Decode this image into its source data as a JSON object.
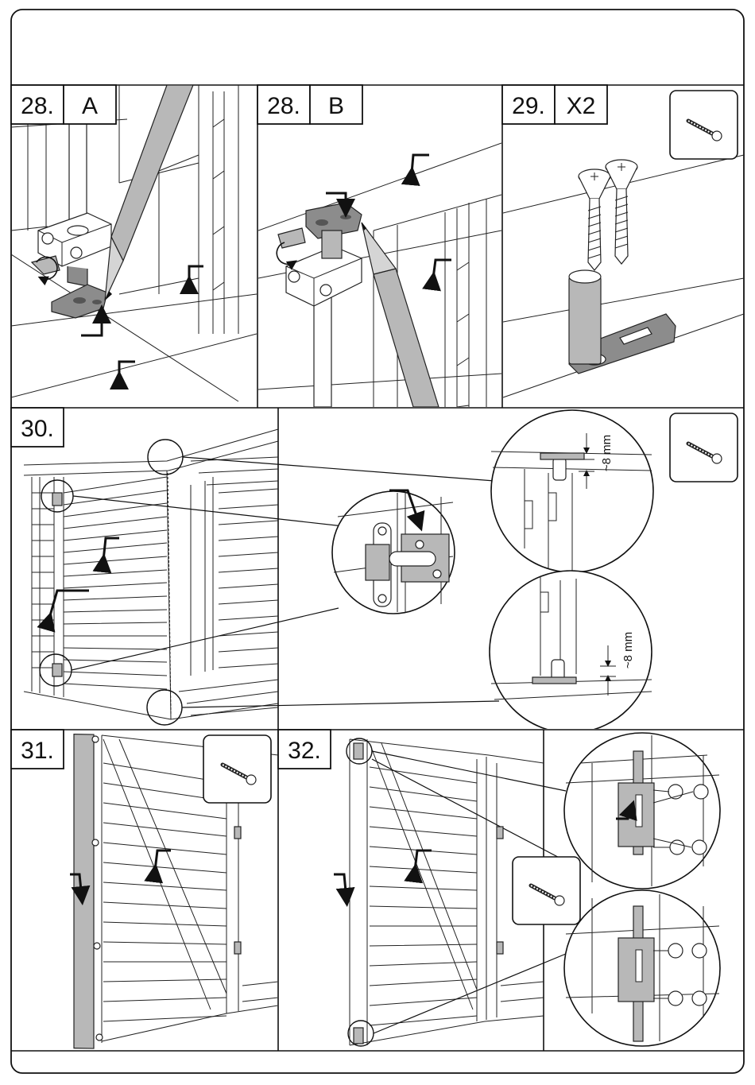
{
  "steps": {
    "s28a": {
      "number": "28.",
      "label": "A"
    },
    "s28b": {
      "number": "28.",
      "label": "B"
    },
    "s29": {
      "number": "29.",
      "label": "X2"
    },
    "s30": {
      "number": "30."
    },
    "s31": {
      "number": "31."
    },
    "s32": {
      "number": "32."
    }
  },
  "measurements": {
    "top_gap": "~8 mm",
    "bottom_gap": "~8 mm"
  },
  "icons": {
    "screw": "screw-icon",
    "arrow": "curved-arrow-icon"
  }
}
